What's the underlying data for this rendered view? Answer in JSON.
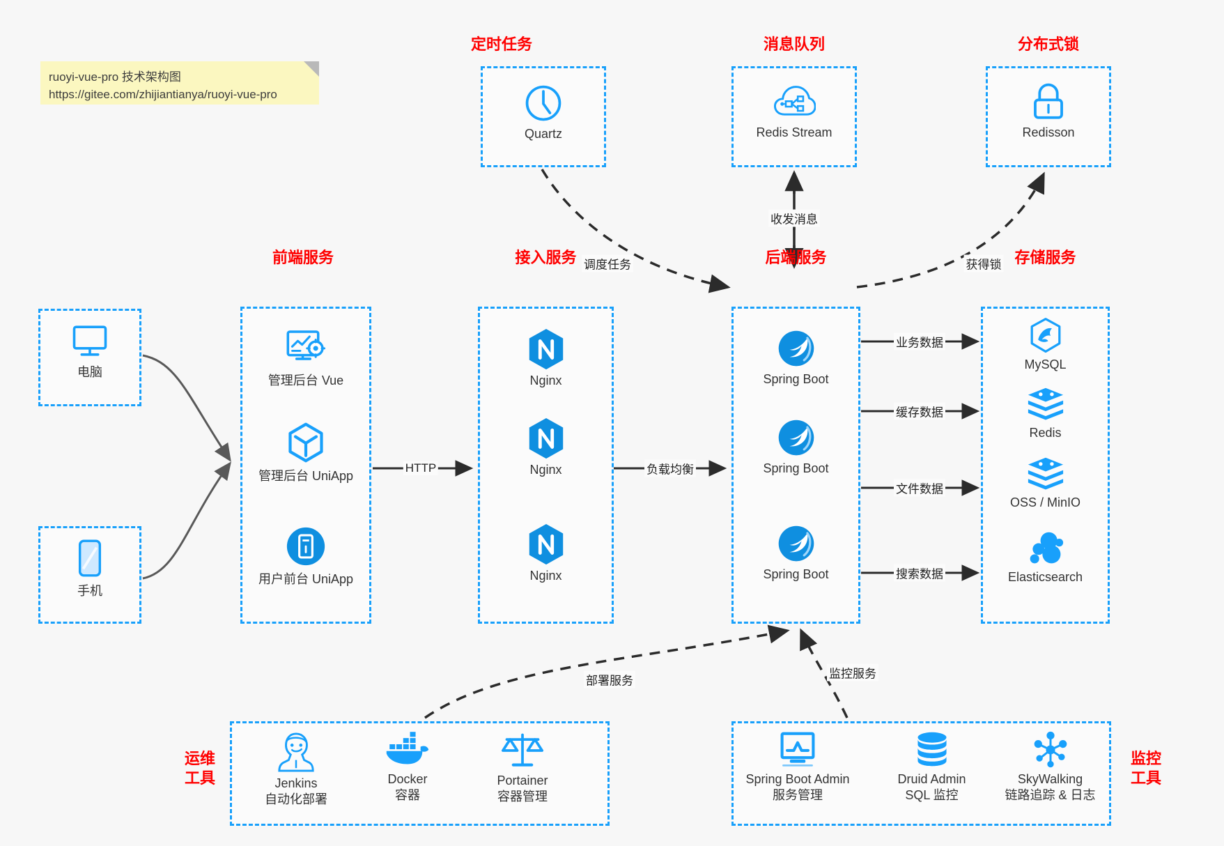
{
  "note": {
    "line1": "ruoyi-vue-pro 技术架构图",
    "line2": "https://gitee.com/zhijiantianya/ruoyi-vue-pro"
  },
  "colors": {
    "accent": "#18a0fb",
    "title": "#ff0000",
    "text": "#333333",
    "background": "#f7f7f7",
    "note_bg": "#fbf7c0",
    "edge": "#4d4d4d"
  },
  "groups": {
    "scheduler": {
      "title": "定时任务",
      "items": [
        {
          "label": "Quartz",
          "icon": "clock-icon"
        }
      ]
    },
    "mq": {
      "title": "消息队列",
      "items": [
        {
          "label": "Redis Stream",
          "icon": "cloud-stream-icon"
        }
      ]
    },
    "lock": {
      "title": "分布式锁",
      "items": [
        {
          "label": "Redisson",
          "icon": "lock-icon"
        }
      ]
    },
    "clients": {
      "title": "",
      "items": [
        {
          "label": "电脑",
          "icon": "desktop-icon"
        },
        {
          "label": "手机",
          "icon": "mobile-icon"
        }
      ]
    },
    "frontend": {
      "title": "前端服务",
      "items": [
        {
          "label": "管理后台 Vue",
          "icon": "dashboard-gear-icon"
        },
        {
          "label": "管理后台 UniApp",
          "icon": "cube-icon"
        },
        {
          "label": "用户前台 UniApp",
          "icon": "app-window-icon"
        }
      ]
    },
    "gateway": {
      "title": "接入服务",
      "items": [
        {
          "label": "Nginx",
          "icon": "nginx-icon"
        },
        {
          "label": "Nginx",
          "icon": "nginx-icon"
        },
        {
          "label": "Nginx",
          "icon": "nginx-icon"
        }
      ]
    },
    "backend": {
      "title": "后端服务",
      "items": [
        {
          "label": "Spring Boot",
          "icon": "spring-icon"
        },
        {
          "label": "Spring Boot",
          "icon": "spring-icon"
        },
        {
          "label": "Spring Boot",
          "icon": "spring-icon"
        }
      ]
    },
    "storage": {
      "title": "存储服务",
      "items": [
        {
          "label": "MySQL",
          "icon": "mysql-icon"
        },
        {
          "label": "Redis",
          "icon": "redis-icon"
        },
        {
          "label": "OSS / MinIO",
          "icon": "oss-icon"
        },
        {
          "label": "Elasticsearch",
          "icon": "elasticsearch-icon"
        }
      ]
    },
    "ops": {
      "title_line1": "运维",
      "title_line2": "工具",
      "items": [
        {
          "label": "Jenkins",
          "sub": "自动化部署",
          "icon": "jenkins-icon"
        },
        {
          "label": "Docker",
          "sub": "容器",
          "icon": "docker-icon"
        },
        {
          "label": "Portainer",
          "sub": "容器管理",
          "icon": "scales-icon"
        }
      ]
    },
    "monitor": {
      "title_line1": "监控",
      "title_line2": "工具",
      "items": [
        {
          "label": "Spring Boot Admin",
          "sub": "服务管理",
          "icon": "monitor-chart-icon"
        },
        {
          "label": "Druid Admin",
          "sub": "SQL 监控",
          "icon": "database-icon"
        },
        {
          "label": "SkyWalking",
          "sub": "链路追踪 & 日志",
          "icon": "skywalking-icon"
        }
      ]
    }
  },
  "edges": [
    {
      "id": "http",
      "label": "HTTP"
    },
    {
      "id": "loadbalance",
      "label": "负载均衡"
    },
    {
      "id": "schedule",
      "label": "调度任务"
    },
    {
      "id": "message",
      "label": "收发消息"
    },
    {
      "id": "getlock",
      "label": "获得锁"
    },
    {
      "id": "bizdata",
      "label": "业务数据"
    },
    {
      "id": "cachedata",
      "label": "缓存数据"
    },
    {
      "id": "filedata",
      "label": "文件数据"
    },
    {
      "id": "searchdata",
      "label": "搜索数据"
    },
    {
      "id": "deploy",
      "label": "部署服务"
    },
    {
      "id": "monitor",
      "label": "监控服务"
    }
  ]
}
